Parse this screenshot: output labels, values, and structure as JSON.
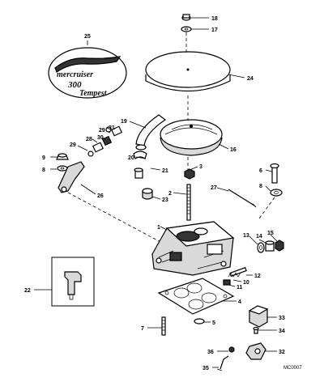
{
  "diagram": {
    "code": "MC0007",
    "decal_text": {
      "line1": "mercruiser",
      "line2": "300",
      "line3": "Tempest"
    },
    "callouts": [
      {
        "id": "c1",
        "label": "1"
      },
      {
        "id": "c2",
        "label": "2"
      },
      {
        "id": "c3",
        "label": "3"
      },
      {
        "id": "c4",
        "label": "4"
      },
      {
        "id": "c5",
        "label": "5"
      },
      {
        "id": "c6",
        "label": "6"
      },
      {
        "id": "c7",
        "label": "7"
      },
      {
        "id": "c8a",
        "label": "8"
      },
      {
        "id": "c8b",
        "label": "8"
      },
      {
        "id": "c9",
        "label": "9"
      },
      {
        "id": "c10",
        "label": "10"
      },
      {
        "id": "c11",
        "label": "11"
      },
      {
        "id": "c12",
        "label": "12"
      },
      {
        "id": "c13",
        "label": "13"
      },
      {
        "id": "c14",
        "label": "14"
      },
      {
        "id": "c15",
        "label": "15"
      },
      {
        "id": "c16",
        "label": "16"
      },
      {
        "id": "c17",
        "label": "17"
      },
      {
        "id": "c18",
        "label": "18"
      },
      {
        "id": "c19",
        "label": "19"
      },
      {
        "id": "c20",
        "label": "20"
      },
      {
        "id": "c21",
        "label": "21"
      },
      {
        "id": "c22",
        "label": "22"
      },
      {
        "id": "c23",
        "label": "23"
      },
      {
        "id": "c24",
        "label": "24"
      },
      {
        "id": "c25",
        "label": "25"
      },
      {
        "id": "c26",
        "label": "26"
      },
      {
        "id": "c27",
        "label": "27"
      },
      {
        "id": "c28",
        "label": "28"
      },
      {
        "id": "c29a",
        "label": "29"
      },
      {
        "id": "c29b",
        "label": "29"
      },
      {
        "id": "c30",
        "label": "30"
      },
      {
        "id": "c31",
        "label": "31"
      },
      {
        "id": "c32",
        "label": "32"
      },
      {
        "id": "c33",
        "label": "33"
      },
      {
        "id": "c34",
        "label": "34"
      },
      {
        "id": "c35",
        "label": "35"
      },
      {
        "id": "c36",
        "label": "36"
      }
    ]
  }
}
